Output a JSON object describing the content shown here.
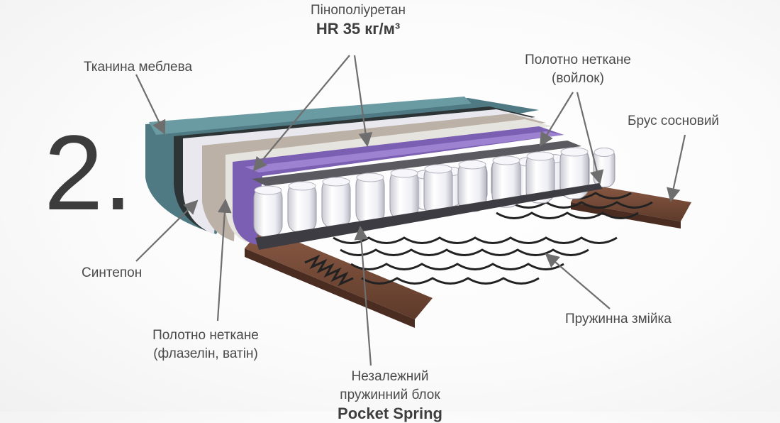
{
  "diagram": {
    "number": "2.",
    "labels": {
      "foam_line1": "Пінополіуретан",
      "foam_line2": "HR 35 кг/м³",
      "fabric": "Тканина меблева",
      "felt_line1": "Полотно нетканe",
      "felt_line2": "(войлок)",
      "pine_bar": "Брус сосновий",
      "sintepon": "Синтепон",
      "nonwoven_line1": "Полотно нетканe",
      "nonwoven_line2": "(флазелін, ватін)",
      "spring_snake": "Пружинна змійка",
      "pocket_line1": "Незалежний",
      "pocket_line2": "пружинний блок",
      "pocket_line3": "Pocket Spring"
    }
  }
}
